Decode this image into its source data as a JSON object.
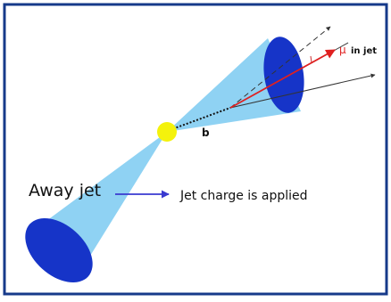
{
  "labels": {
    "muon": "μ",
    "muon_suffix": "in jet",
    "b_quark": "b",
    "away_jet": "Away jet",
    "jet_charge": "Jet charge is applied"
  },
  "colors": {
    "frame": "#163a8a",
    "cone": "#8fd2f3",
    "ellipse": "#1634c8",
    "vertex": "#f4f20c",
    "muon": "#e02020",
    "annotation_arrow": "#3a3ad0",
    "track": "#333333"
  }
}
